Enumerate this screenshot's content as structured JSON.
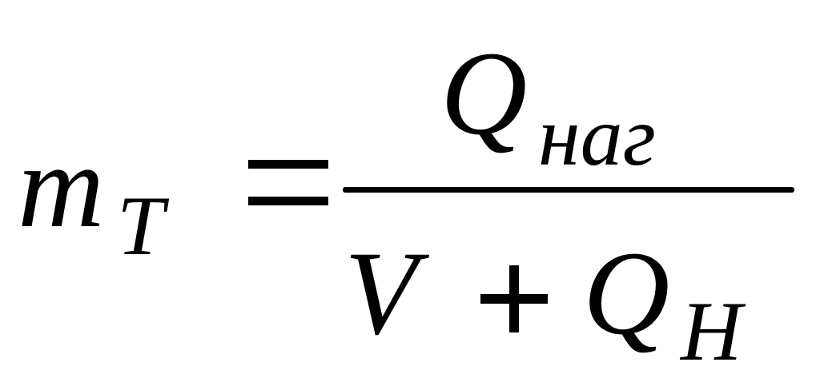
{
  "formula": {
    "lhs": {
      "base": "m",
      "subscript": "T"
    },
    "relation": "=",
    "numerator": {
      "base": "Q",
      "subscript": "наг"
    },
    "denominator": {
      "term1": "V",
      "operator": "+",
      "term2": {
        "base": "Q",
        "subscript": "H"
      }
    }
  }
}
